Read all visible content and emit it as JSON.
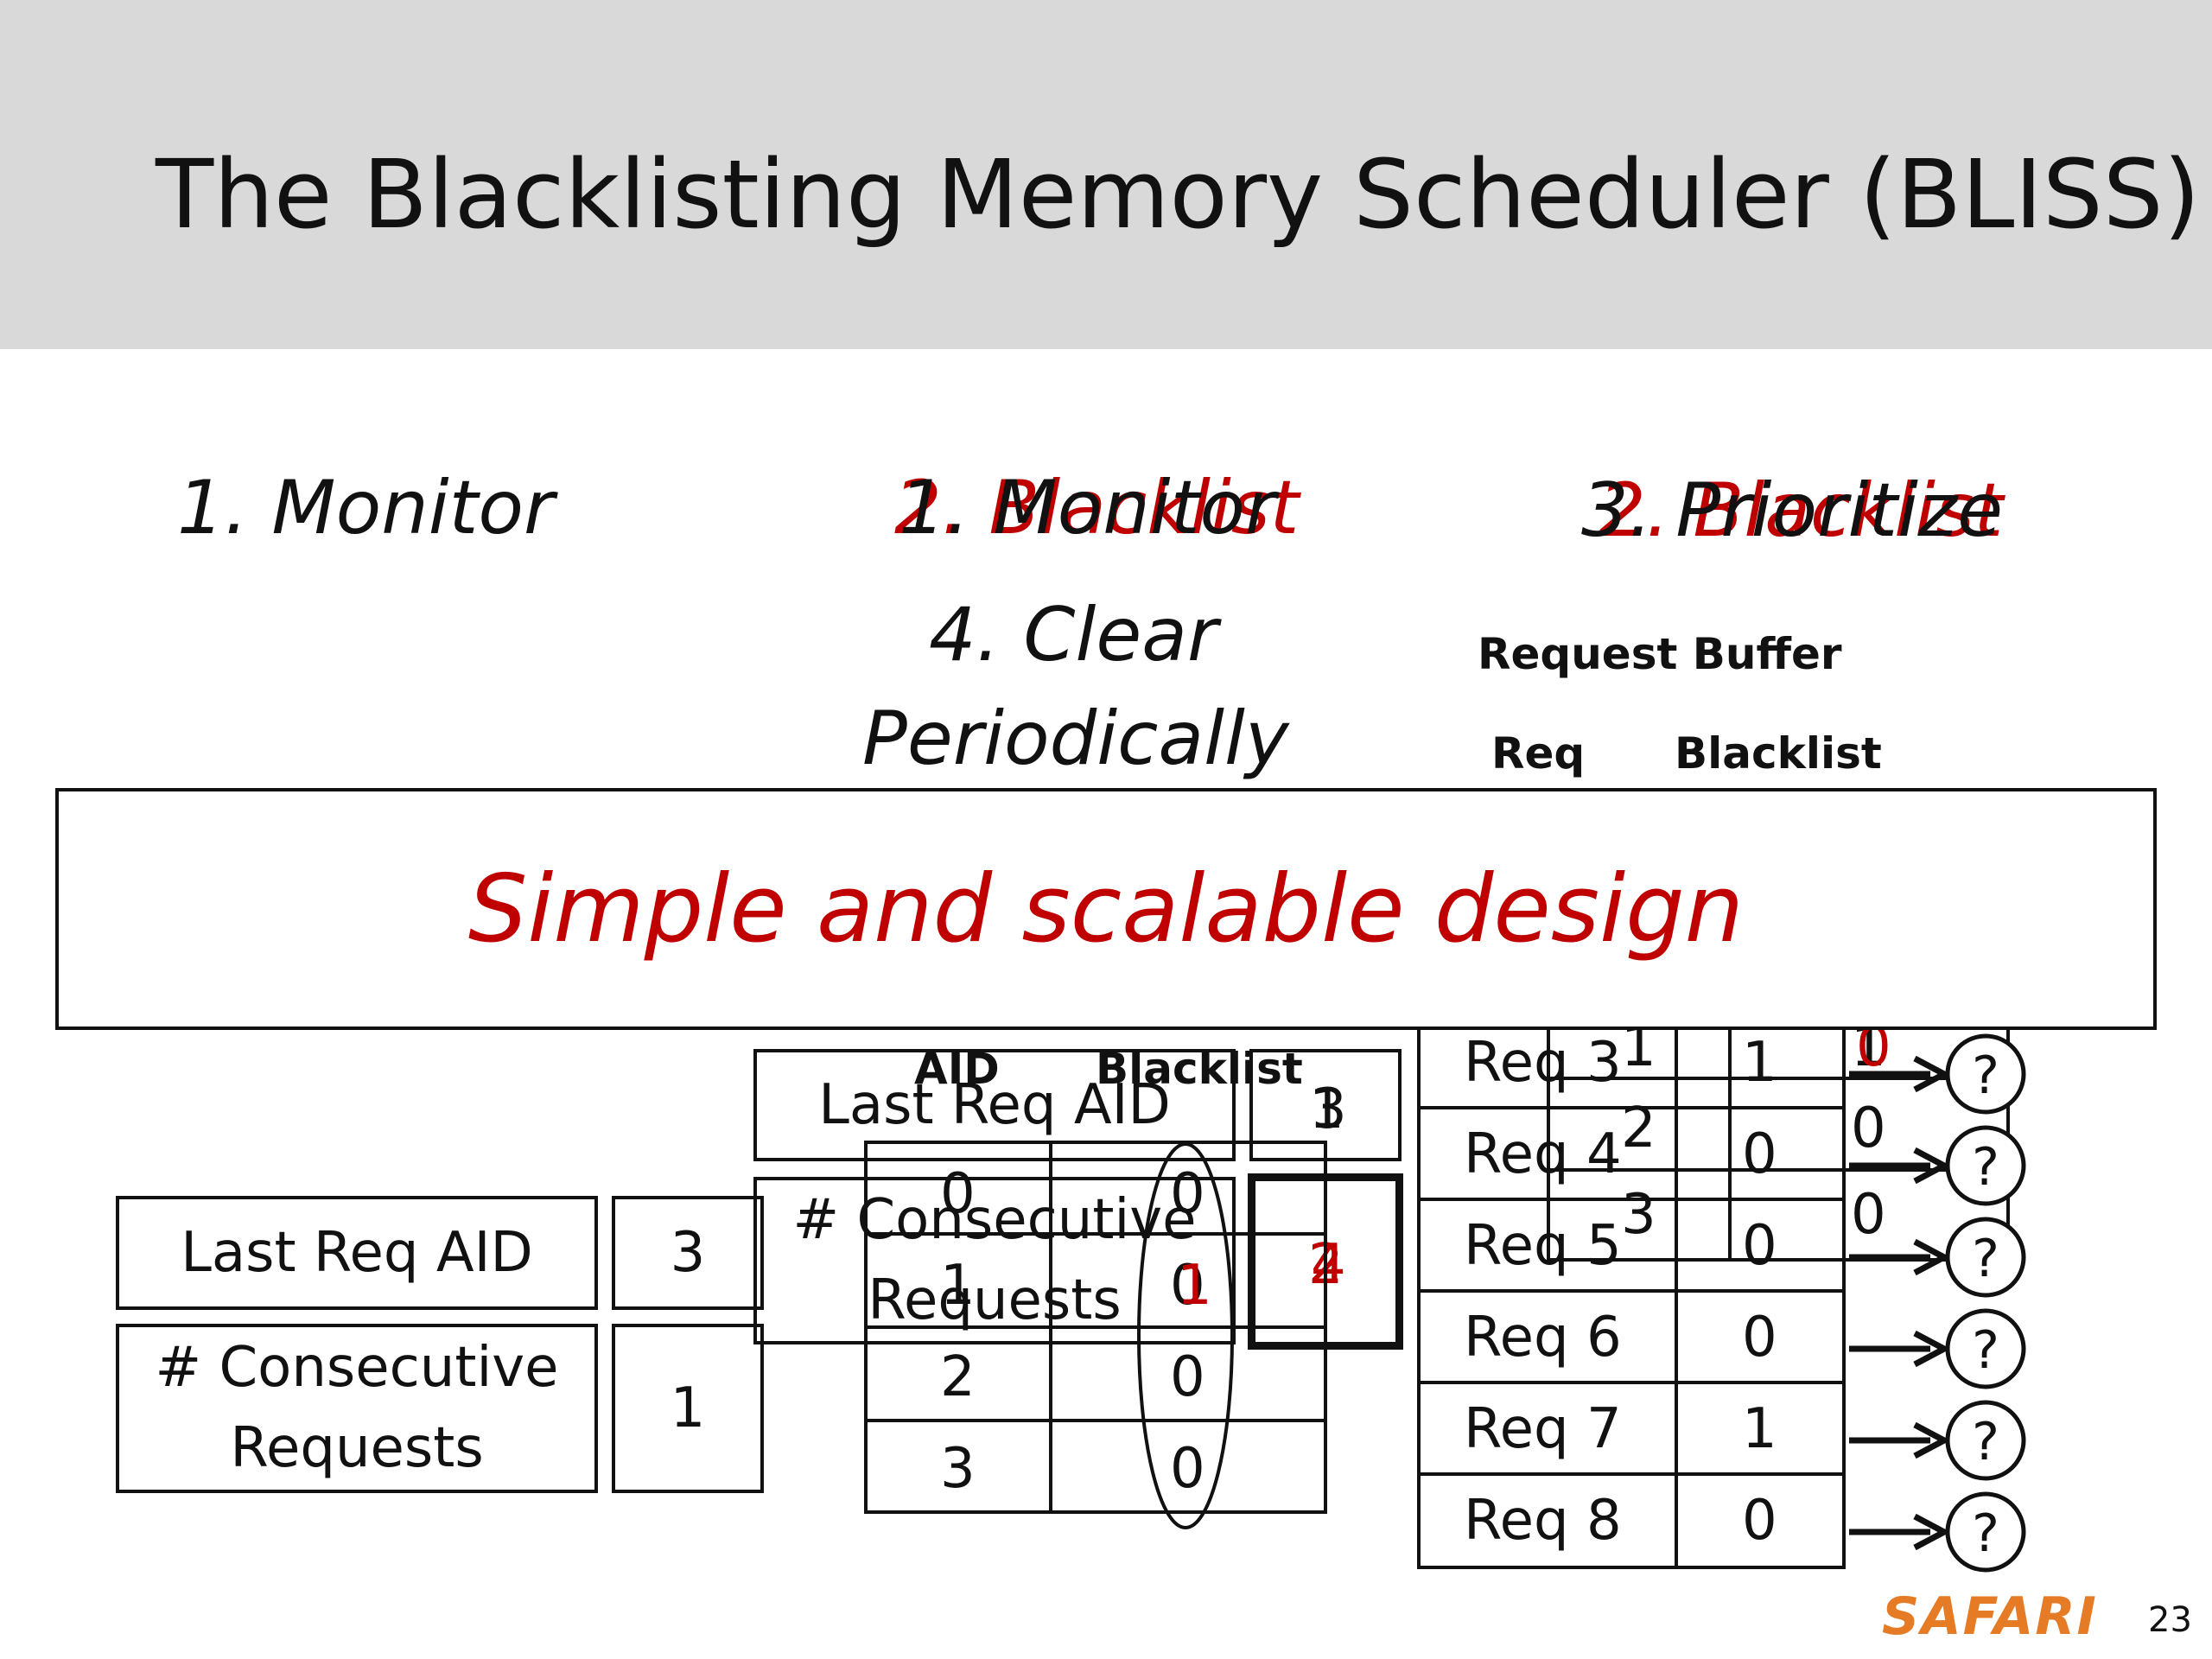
{
  "slide": {
    "title": "The Blacklisting Memory Scheduler (BLISS)",
    "steps": {
      "monitor": "1. Monitor",
      "monitor_ghost": "1. Monitor",
      "blacklist": "2. Blacklist",
      "blacklist_ghost": "2. Blacklist",
      "prioritize": "3. Prioritize",
      "clear_line1": "4. Clear",
      "clear_line2": "Periodically"
    },
    "banner": "Simple and scalable design",
    "footer": {
      "brand": "SAFARI",
      "page": "23"
    },
    "colors": {
      "header_bg": "#d9d9d9",
      "accent_red": "#c00000",
      "brand_orange": "#e57b25"
    }
  },
  "monitor_state": {
    "last_req_label": "Last Req AID",
    "last_req_value": "3",
    "consecutive_label_line1": "# Consecutive",
    "consecutive_label_line2": "Requests",
    "consecutive_value": "1"
  },
  "blacklist_state": {
    "last_req_label": "Last Req AID",
    "last_req_value_a": "1",
    "last_req_value_b": "3",
    "consecutive_label_line1": "# Consecutive",
    "consecutive_label_line2": "Requests",
    "consecutive_value_a": "2",
    "consecutive_value_b": "4"
  },
  "blacklist_table": {
    "headers": {
      "aid": "AID",
      "blacklist": "Blacklist"
    },
    "rows": [
      {
        "aid": "0",
        "blacklist": "0"
      },
      {
        "aid": "1",
        "blacklist": "0",
        "blacklist_overlay": "1"
      },
      {
        "aid": "2",
        "blacklist": "0"
      },
      {
        "aid": "3",
        "blacklist": "0"
      }
    ]
  },
  "request_buffer": {
    "title": "Request Buffer",
    "headers": {
      "req": "Req",
      "blacklist": "Blacklist"
    },
    "rows": [
      {
        "req": "Req 3",
        "blacklist": "1",
        "priority": "?"
      },
      {
        "req": "Req 4",
        "blacklist": "0",
        "priority": "?"
      },
      {
        "req": "Req 5",
        "blacklist": "0",
        "priority": "?"
      },
      {
        "req": "Req 6",
        "blacklist": "0",
        "priority": "?"
      },
      {
        "req": "Req 7",
        "blacklist": "1",
        "priority": "?"
      },
      {
        "req": "Req 8",
        "blacklist": "0",
        "priority": "?"
      }
    ],
    "overlay_rows": [
      {
        "id": "1",
        "blacklist": "1",
        "flag": "1",
        "flag_red": "0"
      },
      {
        "id": "2",
        "blacklist": "0",
        "flag": "0"
      },
      {
        "id": "3",
        "blacklist": "0",
        "flag": "0"
      }
    ]
  }
}
